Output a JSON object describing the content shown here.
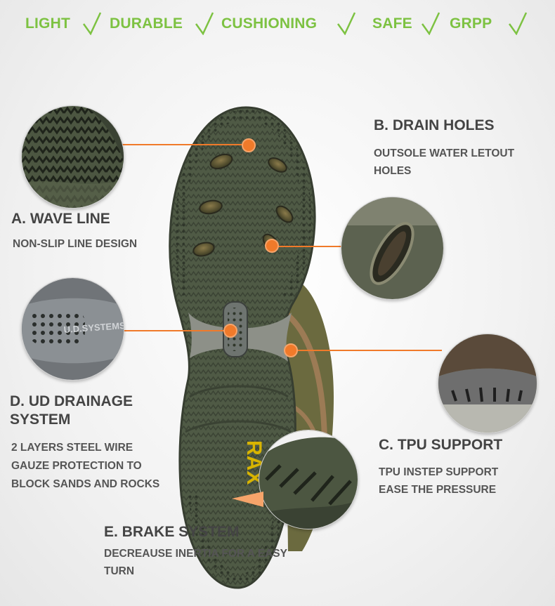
{
  "features": [
    {
      "label": "LIGHT"
    },
    {
      "label": "DURABLE"
    },
    {
      "label": "CUSHIONING"
    },
    {
      "label": "SAFE"
    },
    {
      "label": "GRPP"
    }
  ],
  "callouts": {
    "a": {
      "title": "A. WAVE LINE",
      "desc": [
        "NON-SLIP LINE DESIGN"
      ]
    },
    "b": {
      "title": "B. DRAIN  HOLES",
      "desc": [
        "OUTSOLE WATER LETOUT",
        "HOLES"
      ]
    },
    "c": {
      "title": "C. TPU SUPPORT",
      "desc": [
        "TPU INSTEP SUPPORT",
        "EASE THE PRESSURE"
      ]
    },
    "d": {
      "title": "D. UD DRAINAGE",
      "title2": "SYSTEM",
      "desc": [
        "2 LAYERS STEEL WIRE",
        "GAUZE  PROTECTION TO",
        "BLOCK SANDS AND ROCKS"
      ]
    },
    "e": {
      "title": "E. BRAKE SYSTEM",
      "desc": [
        "DECREAUSE INERTIA FOR A EASY",
        "TURN"
      ]
    }
  },
  "sole": {
    "brand": "RAX",
    "ud_badge": "U.D.SYSTEMS™"
  },
  "colors": {
    "accent": "#7dc242",
    "callout": "#f07a2a",
    "sole": "#4f5a45",
    "text": "#444444"
  }
}
